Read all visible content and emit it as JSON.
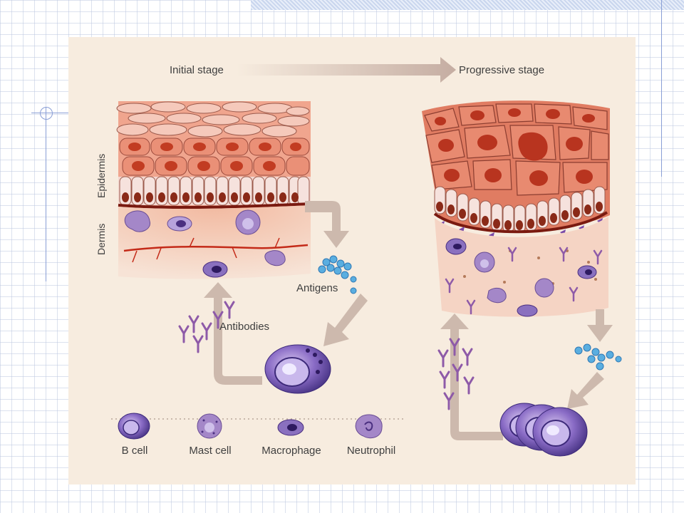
{
  "diagram": {
    "stages": {
      "initial": "Initial stage",
      "progressive": "Progressive stage"
    },
    "layers": {
      "epidermis": "Epidermis",
      "dermis": "Dermis"
    },
    "annotations": {
      "antigens": "Antigens",
      "antibodies": "Antibodies"
    },
    "legend": [
      {
        "label": "B cell",
        "icon": "b-cell-icon"
      },
      {
        "label": "Mast cell",
        "icon": "mast-cell-icon"
      },
      {
        "label": "Macrophage",
        "icon": "macrophage-icon"
      },
      {
        "label": "Neutrophil",
        "icon": "neutrophil-icon"
      }
    ],
    "colors": {
      "background": "#f7ecdf",
      "skin_cell": "#e8876f",
      "nucleus": "#b8341f",
      "immune_cell": "#7a5aa6",
      "antibody": "#8e5aa8",
      "antigen": "#5aaee0",
      "arrow": "#cdb9ad"
    }
  }
}
